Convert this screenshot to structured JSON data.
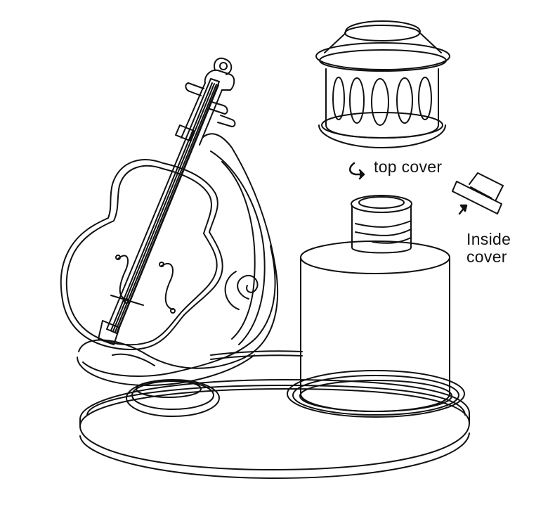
{
  "labels": {
    "top_cover": "top cover",
    "inside_cover_line1": "Inside",
    "inside_cover_line2": "cover"
  },
  "colors": {
    "ink": "#111111",
    "background": "#ffffff"
  }
}
